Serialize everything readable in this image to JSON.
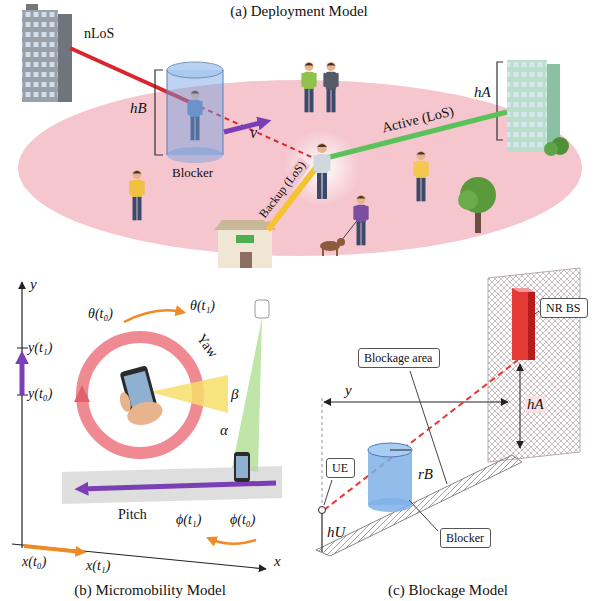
{
  "diagram": {
    "nodes": [
      {
        "text": [
          "(a) Deployment Model"
        ]
      },
      {
        "text": [
          "(b) Micromobility Model"
        ]
      },
      {
        "text": [
          "(c) Blockage Model"
        ]
      },
      {
        "text": [
          "NR BS"
        ],
        "in": 2
      },
      {
        "text": [
          "Blockage area"
        ],
        "in": 2
      },
      {
        "text": [
          "UE"
        ],
        "in": 2
      },
      {
        "text": [
          "Blocker"
        ],
        "in": 2
      }
    ],
    "labels": [
      "nLoS",
      "hB",
      "Blocker",
      "v",
      "Active (LoS)",
      "hA",
      "Backup (LoS)",
      "y",
      "y(t₁)",
      "y(t₀)",
      "θ(t₀)",
      "θ(t₁)",
      "Yaw",
      "β",
      "α",
      "Pitch",
      "ϕ(t₁)",
      "ϕ(t₀)",
      "x(t₀)",
      "x(t₁)",
      "x",
      "y",
      "hA",
      "rB",
      "hU"
    ]
  }
}
